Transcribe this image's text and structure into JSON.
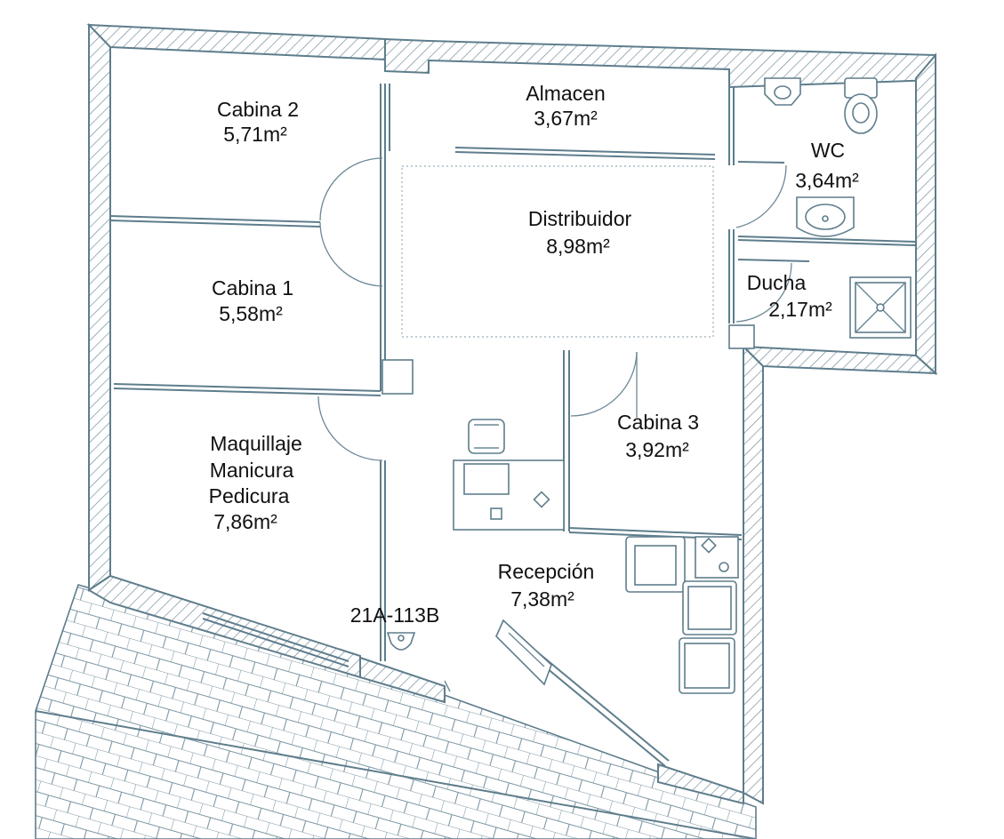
{
  "rooms": {
    "cabina2": {
      "name": "Cabina 2",
      "area": "5,71m²"
    },
    "almacen": {
      "name": "Almacen",
      "area": "3,67m²"
    },
    "wc": {
      "name": "WC",
      "area": "3,64m²"
    },
    "distribuidor": {
      "name": "Distribuidor",
      "area": "8,98m²"
    },
    "cabina1": {
      "name": "Cabina 1",
      "area": "5,58m²"
    },
    "ducha": {
      "name": "Ducha",
      "area": "2,17m²"
    },
    "cabina3": {
      "name": "Cabina 3",
      "area": "3,92m²"
    },
    "maquillaje": {
      "line1": "Maquillaje",
      "line2": "Manicura",
      "line3": "Pedicura",
      "area": "7,86m²"
    },
    "recepcion": {
      "name": "Recepción",
      "area": "7,38m²"
    }
  },
  "reference_code": "21A-113B",
  "colors": {
    "line": "#5e7d8c",
    "hatch": "#6b8896",
    "text": "#111111",
    "background": "#ffffff"
  }
}
